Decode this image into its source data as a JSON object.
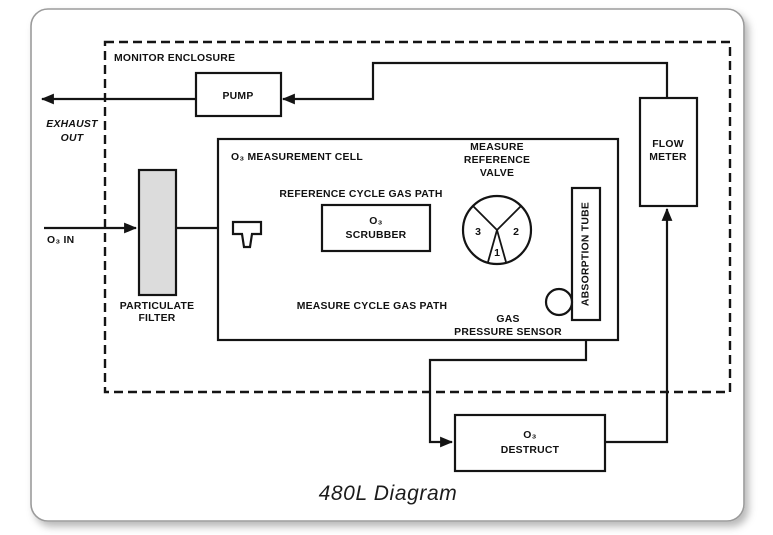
{
  "colors": {
    "line": "#141414",
    "filter_fill": "#dcdcdc",
    "card_border": "#9b9b9b",
    "background": "#ffffff"
  },
  "enclosure": {
    "label": "MONITOR ENCLOSURE"
  },
  "nodes": {
    "pump": {
      "label": "PUMP"
    },
    "flow_meter": {
      "line1": "FLOW",
      "line2": "METER"
    },
    "particulate_filter": {
      "line1": "PARTICULATE",
      "line2": "FILTER"
    },
    "measurement_cell": {
      "label": "O₃ MEASUREMENT CELL"
    },
    "scrubber": {
      "line1": "O₃",
      "line2": "SCRUBBER"
    },
    "valve": {
      "line1": "MEASURE",
      "line2": "REFERENCE",
      "line3": "VALVE",
      "port1": "1",
      "port2": "2",
      "port3": "3"
    },
    "absorption_tube": {
      "label": "ABSORPTION TUBE"
    },
    "pressure_sensor": {
      "line1": "GAS",
      "line2": "PRESSURE SENSOR"
    },
    "destruct": {
      "line1": "O₃",
      "line2": "DESTRUCT"
    }
  },
  "flows": {
    "exhaust": {
      "line1": "EXHAUST",
      "line2": "OUT"
    },
    "inlet": {
      "label": "O₃ IN"
    },
    "reference_path": {
      "label": "REFERENCE CYCLE GAS PATH"
    },
    "measure_path": {
      "label": "MEASURE CYCLE GAS PATH"
    }
  },
  "caption": "480L Diagram"
}
